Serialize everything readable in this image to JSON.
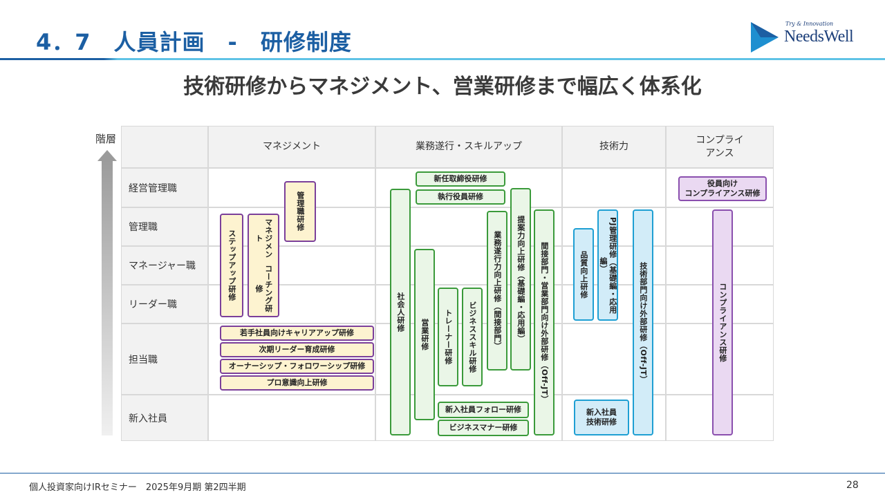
{
  "header": {
    "title": "4．7　人員計画　-　研修制度",
    "logo_tag": "Try & Innovation",
    "logo_name": "NeedsWell"
  },
  "subtitle": "技術研修からマネジメント、営業研修まで幅広く体系化",
  "axis_label": "階層",
  "columns": [
    "マネジメント",
    "業務遂行・スキルアップ",
    "技術力",
    "コンプライアンス"
  ],
  "compliance_header_lines": [
    "コンプライ",
    "アンス"
  ],
  "rows": [
    "経営管理職",
    "管理職",
    "マネージャー職",
    "リーダー職",
    "担当職",
    "新入社員"
  ],
  "trainings": {
    "kanrishoku": "管理職研修",
    "stepup": "ステップアップ研修",
    "coaching_1": "マネジメント",
    "coaching_2": "コーチング研修",
    "career_up": "若手社員向けキャリアアップ研修",
    "next_leader": "次期リーダー育成研修",
    "ownership": "オーナーシップ・フォロワーシップ研修",
    "pro_ishiki": "プロ意識向上研修",
    "shakaijin": "社会人研修",
    "new_director": "新任取締役研修",
    "executive": "執行役員研修",
    "eigyo": "営業研修",
    "trainer": "トレーナー研修",
    "business_skill": "ビジネススキル研修",
    "gyomu_suiko": "業務遂行力向上研修（間接部門）",
    "teian": "提案力向上研修（基礎編・応用編）",
    "kansetsu": "間接部門・営業部門向け外部研修（Off-JT）",
    "new_follow": "新入社員フォロー研修",
    "business_manner": "ビジネスマナー研修",
    "hinshitsu": "品質向上研修",
    "pj_kanri": "PJ管理研修（基礎編・応用編）",
    "gijutsu_gaibu": "技術部門向け外部研修（Off-JT）",
    "new_tech_1": "新入社員",
    "new_tech_2": "技術研修",
    "yakuin_comp_1": "役員向け",
    "yakuin_comp_2": "コンプライアンス研修",
    "compliance": "コンプライアンス研修"
  },
  "footer": {
    "text": "個人投資家向けIRセミナー　2025年9月期 第2四半期",
    "page": "28"
  },
  "colors": {
    "title_blue": "#1c5fa3",
    "purple_border": "#7b3f9a",
    "green_border": "#3a9a3a",
    "blue_border": "#1e9fd3"
  }
}
